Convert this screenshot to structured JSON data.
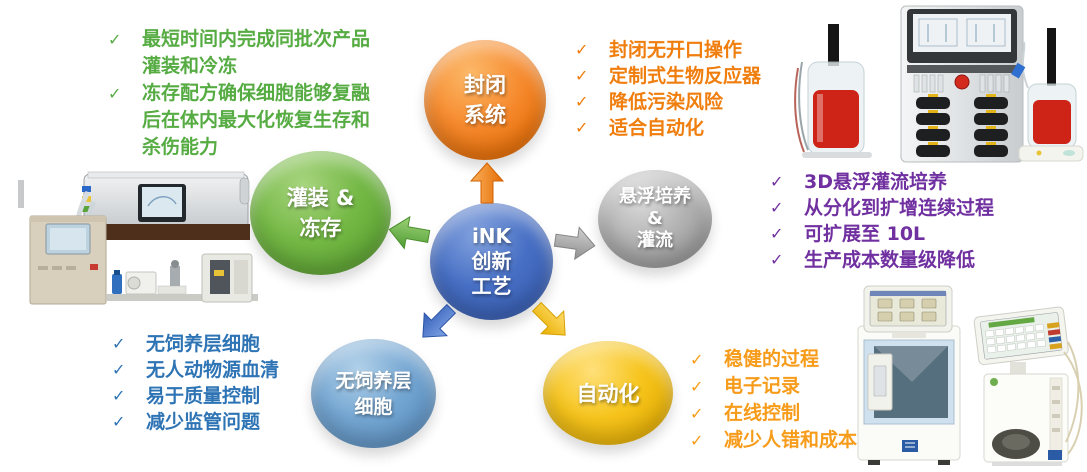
{
  "checkmark": "✓",
  "center": {
    "line1": "iNK",
    "line2": "创新",
    "line3": "工艺",
    "color": "#476FC4"
  },
  "nodes": {
    "closed": {
      "line1": "封闭",
      "line2": "系统",
      "color": "#ED7D31"
    },
    "suspension": {
      "line1": "悬浮培养",
      "line2": "&",
      "line3": "灌流",
      "color": "#A6A6A6"
    },
    "fill_freeze": {
      "line1": "灌装 &",
      "line2": "冻存",
      "color": "#70AD47"
    },
    "feeder_free": {
      "line1": "无饲养层",
      "line2": "细胞",
      "color": "#74A6D2"
    },
    "automation": {
      "line1": "自动化",
      "color": "#F2C41C"
    }
  },
  "lists": {
    "fill_freeze": {
      "color": "#56AC43",
      "items": [
        "最短时间内完成同批次产品灌装和冷冻",
        "冻存配方确保细胞能够复融后在体内最大化恢复生存和杀伤能力"
      ]
    },
    "closed": {
      "color": "#F07E0E",
      "items": [
        "封闭无开口操作",
        "定制式生物反应器",
        "降低污染风险",
        "适合自动化"
      ]
    },
    "suspension": {
      "color": "#7030A0",
      "items": [
        "3D悬浮灌流培养",
        "从分化到扩增连续过程",
        "可扩展至 10L",
        "生产成本数量级降低"
      ]
    },
    "feeder_free": {
      "color": "#2E74B5",
      "items": [
        "无饲养层细胞",
        "无人动物源血清",
        "易于质量控制",
        "减少监管问题"
      ]
    },
    "automation": {
      "color": "#F79C1A",
      "items": [
        "稳健的过程",
        "电子记录",
        "在线控制",
        "减少人错和成本"
      ]
    }
  },
  "images": {
    "bioreactor": "bioreactor-system-photo",
    "filling_cryo": "filling-and-cryo-equipment-photo",
    "automation_instruments": "automation-instruments-photo"
  }
}
